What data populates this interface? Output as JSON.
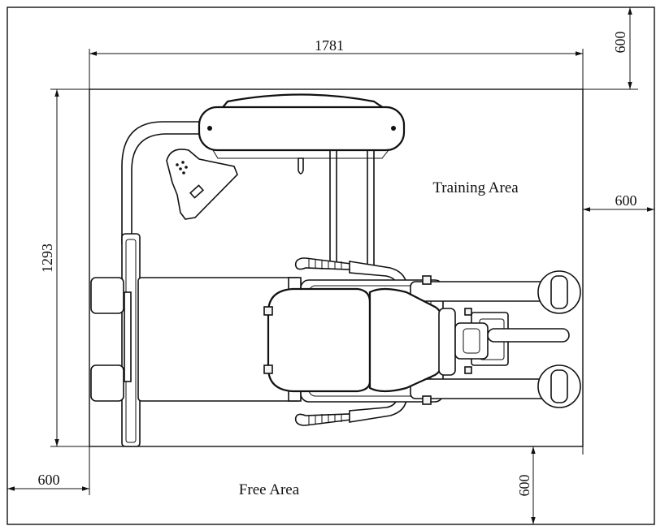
{
  "labels": {
    "training_area": "Training Area",
    "free_area": "Free Area"
  },
  "dimensions": {
    "top_width": "1781",
    "left_height": "1293",
    "top_right_clearance": "600",
    "right_clearance": "600",
    "bottom_left_clearance": "600",
    "bottom_clearance": "600"
  }
}
